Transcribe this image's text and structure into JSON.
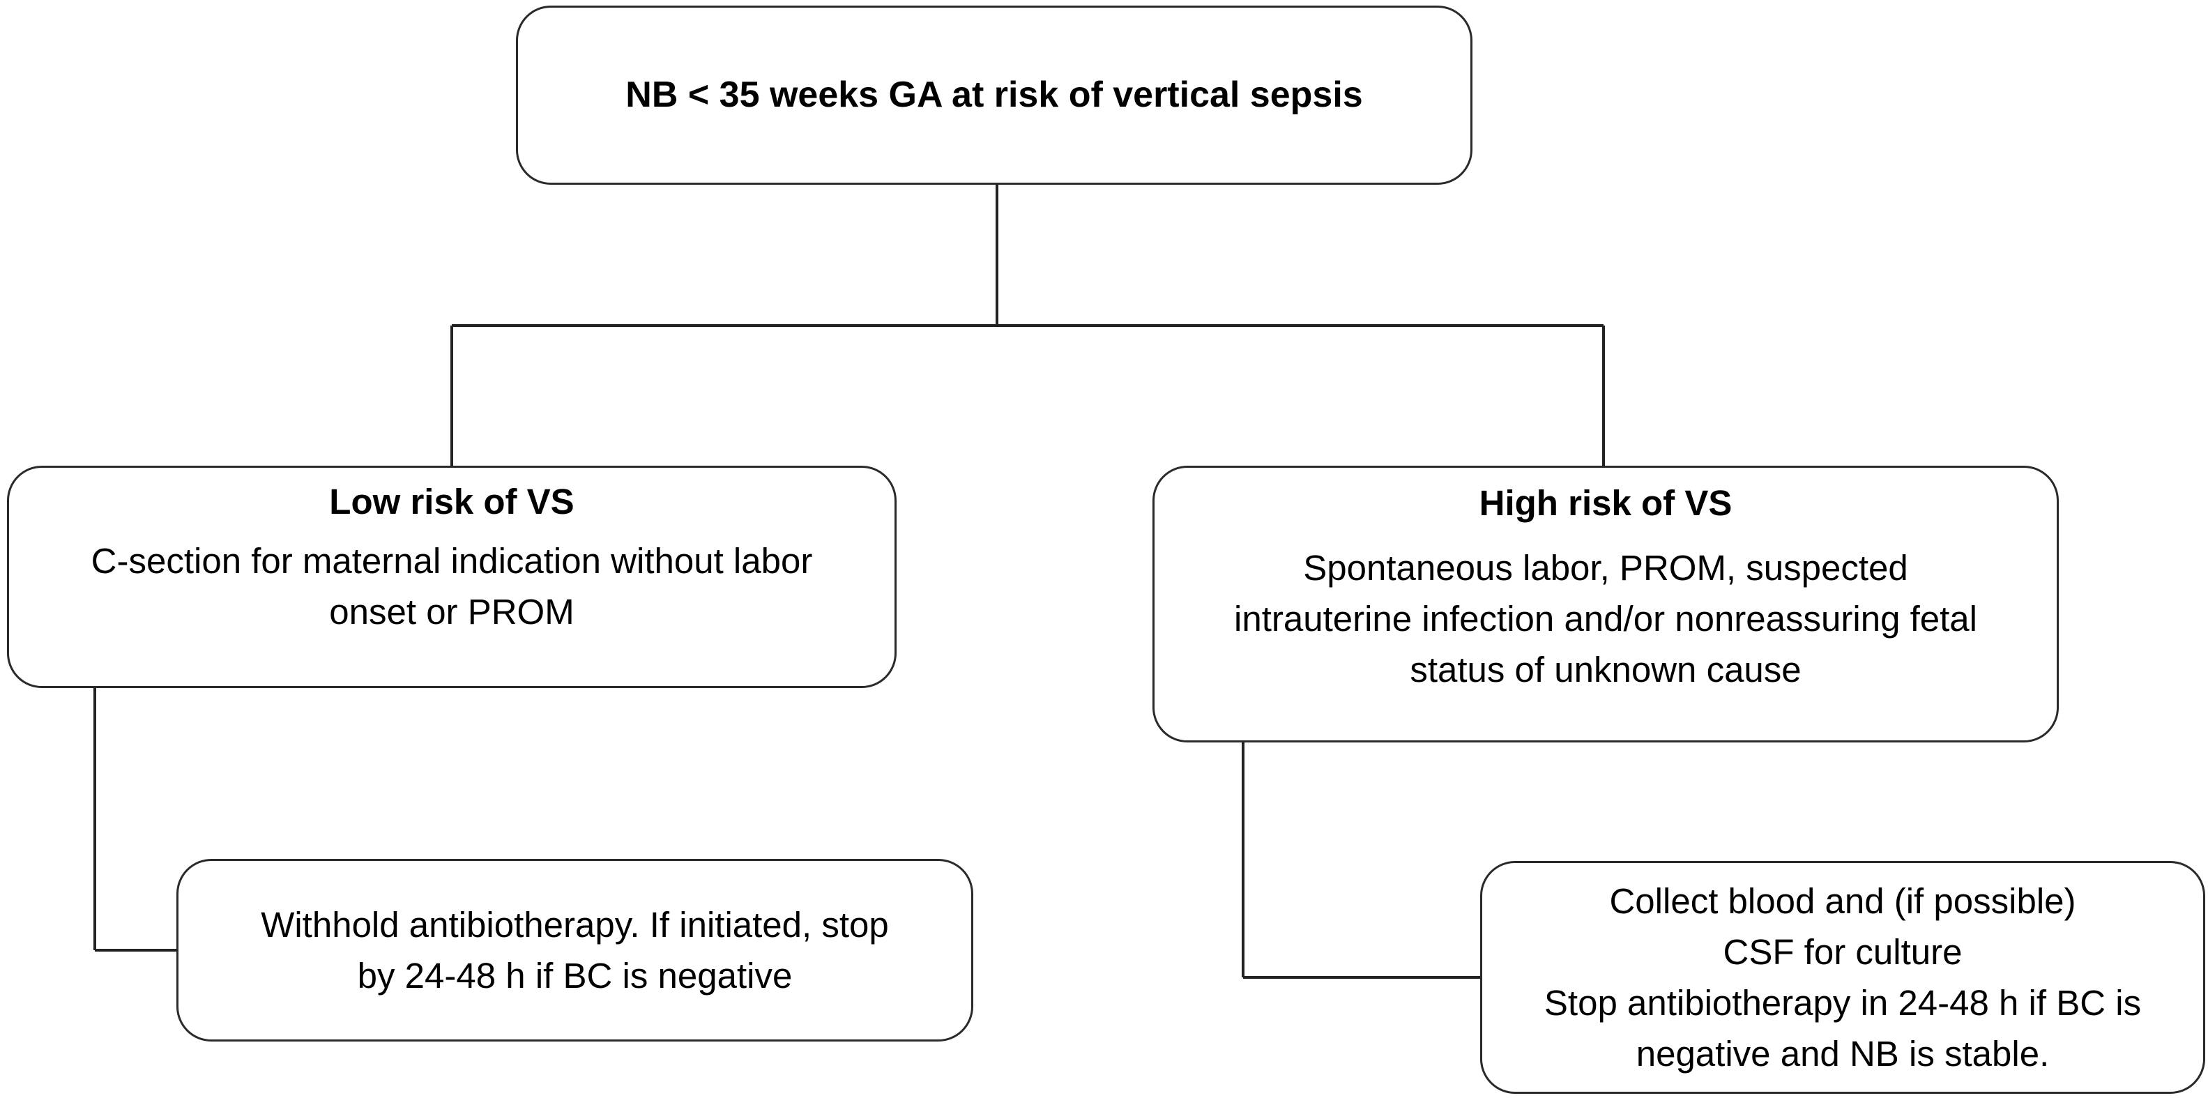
{
  "root": {
    "title": "NB < 35 weeks GA at risk of vertical sepsis"
  },
  "low_risk": {
    "title": "Low risk of VS",
    "lines": [
      "C-section for maternal indication without labor",
      "onset or PROM"
    ]
  },
  "high_risk": {
    "title": "High risk of VS",
    "lines": [
      "Spontaneous labor, PROM, suspected",
      "intrauterine infection and/or nonreassuring fetal",
      "status of unknown cause"
    ]
  },
  "low_action": {
    "lines": [
      "Withhold antibiotherapy. If initiated, stop",
      "by 24-48 h if BC is negative"
    ]
  },
  "high_action": {
    "lines": [
      "Collect blood and (if possible)",
      "CSF for culture",
      "Stop antibiotherapy in 24-48 h if BC is",
      "negative and NB is stable."
    ]
  }
}
